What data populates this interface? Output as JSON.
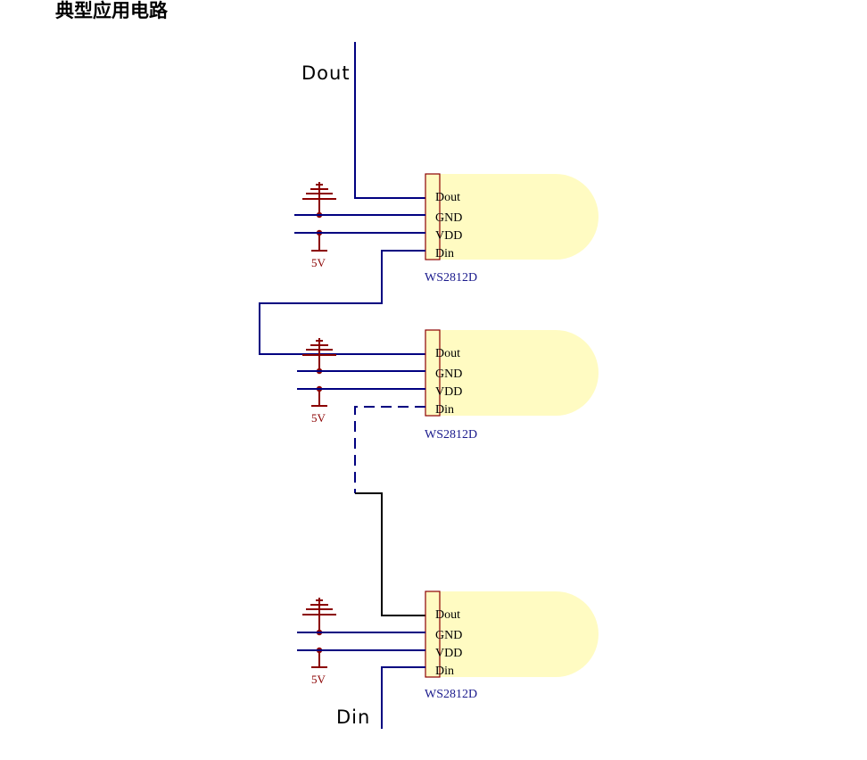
{
  "title": "典型应用电路",
  "terminals": {
    "output": "Dout",
    "input": "Din"
  },
  "pin_labels": [
    "Dout",
    "GND",
    "VDD",
    "Din"
  ],
  "power_label": "5V",
  "led_part": "WS2812D",
  "colors": {
    "wire": "#000080",
    "signal": "#000000",
    "power": "#8b0000",
    "led_body": "#fffbc2",
    "connector": "#fffbc2",
    "connector_border": "#8b0000"
  }
}
